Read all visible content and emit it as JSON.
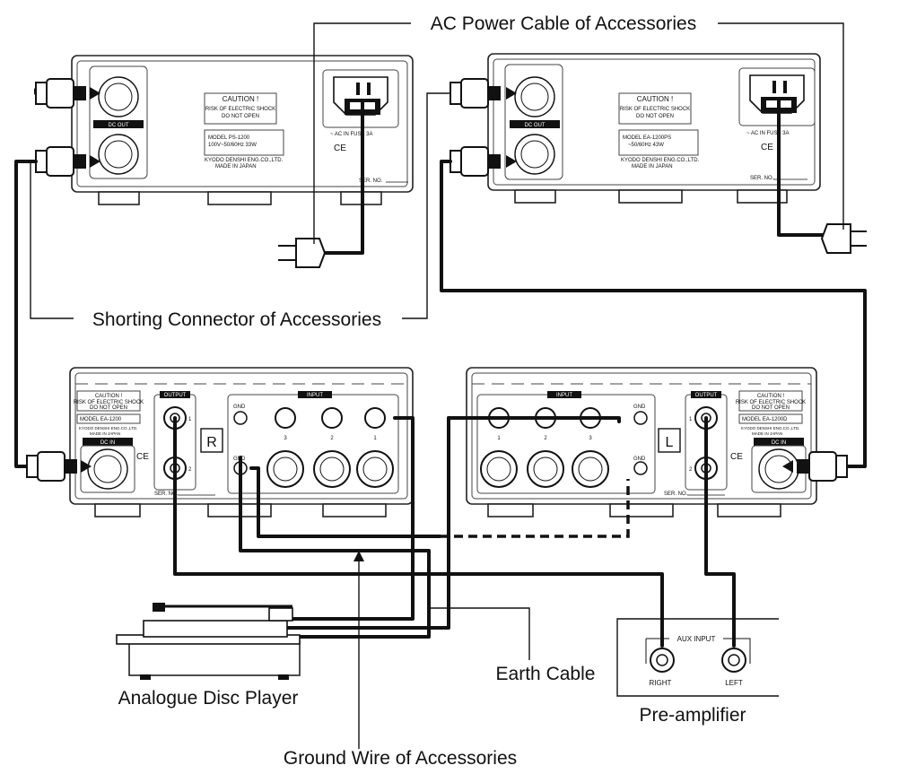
{
  "labels": {
    "ac_power_cable": "AC Power Cable of Accessories",
    "shorting_connector": "Shorting Connector of Accessories",
    "analogue_disc_player": "Analogue Disc Player",
    "earth_cable": "Earth Cable",
    "pre_amplifier": "Pre-amplifier",
    "ground_wire": "Ground Wire of Accessories"
  },
  "ps_left": {
    "caution_title": "CAUTION !",
    "caution_line1": "RISK OF ELECTRIC SHOCK",
    "caution_line2": "DO NOT OPEN",
    "model": "MODEL PS-1200",
    "rating": "100V~50/60Hz 33W",
    "maker1": "KYODO DENSHI ENG.CO.,LTD.",
    "maker2": "MADE IN JAPAN",
    "dc_out": "DC OUT",
    "ac_in": "~ AC IN  FUSE 3A",
    "ser_no": "SER. NO."
  },
  "ps_right": {
    "caution_title": "CAUTION !",
    "caution_line1": "RISK OF ELECTRIC SHOCK",
    "caution_line2": "DO NOT OPEN",
    "model": "MODEL EA-1200PS",
    "rating": "~50/60Hz 43W",
    "maker1": "KYODO DENSHI ENG.CO.,LTD.",
    "maker2": "MADE IN JAPAN",
    "dc_out": "DC OUT",
    "ac_in": "~ AC IN  FUSE 3A",
    "ser_no": "SER. NO."
  },
  "amp_r": {
    "caution_title": "CAUTION !",
    "caution_line1": "RISK OF ELECTRIC SHOCK",
    "caution_line2": "DO NOT OPEN",
    "model": "MODEL EA-1200",
    "maker1": "KYODO DENSHI ENG.CO.,LTD.",
    "maker2": "MADE IN JAPAN",
    "dc_in": "DC IN",
    "output": "OUTPUT",
    "input": "INPUT",
    "gnd_top": "GND",
    "gnd_bottom": "GND",
    "channel": "R",
    "out1": "1",
    "out2": "2",
    "in3": "3",
    "in2": "2",
    "in1": "1",
    "ser_no": "SER. NO."
  },
  "amp_l": {
    "caution_title": "CAUTION !",
    "caution_line1": "RISK OF ELECTRIC SHOCK",
    "caution_line2": "DO NOT OPEN",
    "model": "MODEL EA-1200D",
    "maker1": "KYODO DENSHI ENG.CO.,LTD.",
    "maker2": "MADE IN JAPAN",
    "dc_in": "DC IN",
    "output": "OUTPUT",
    "input": "INPUT",
    "gnd_top": "GND",
    "gnd_bottom": "GND",
    "channel": "L",
    "out1": "1",
    "out2": "2",
    "in1": "1",
    "in2": "2",
    "in3": "3",
    "ser_no": "SER. NO."
  },
  "preamp": {
    "aux_input": "AUX INPUT",
    "right": "RIGHT",
    "left": "LEFT"
  }
}
